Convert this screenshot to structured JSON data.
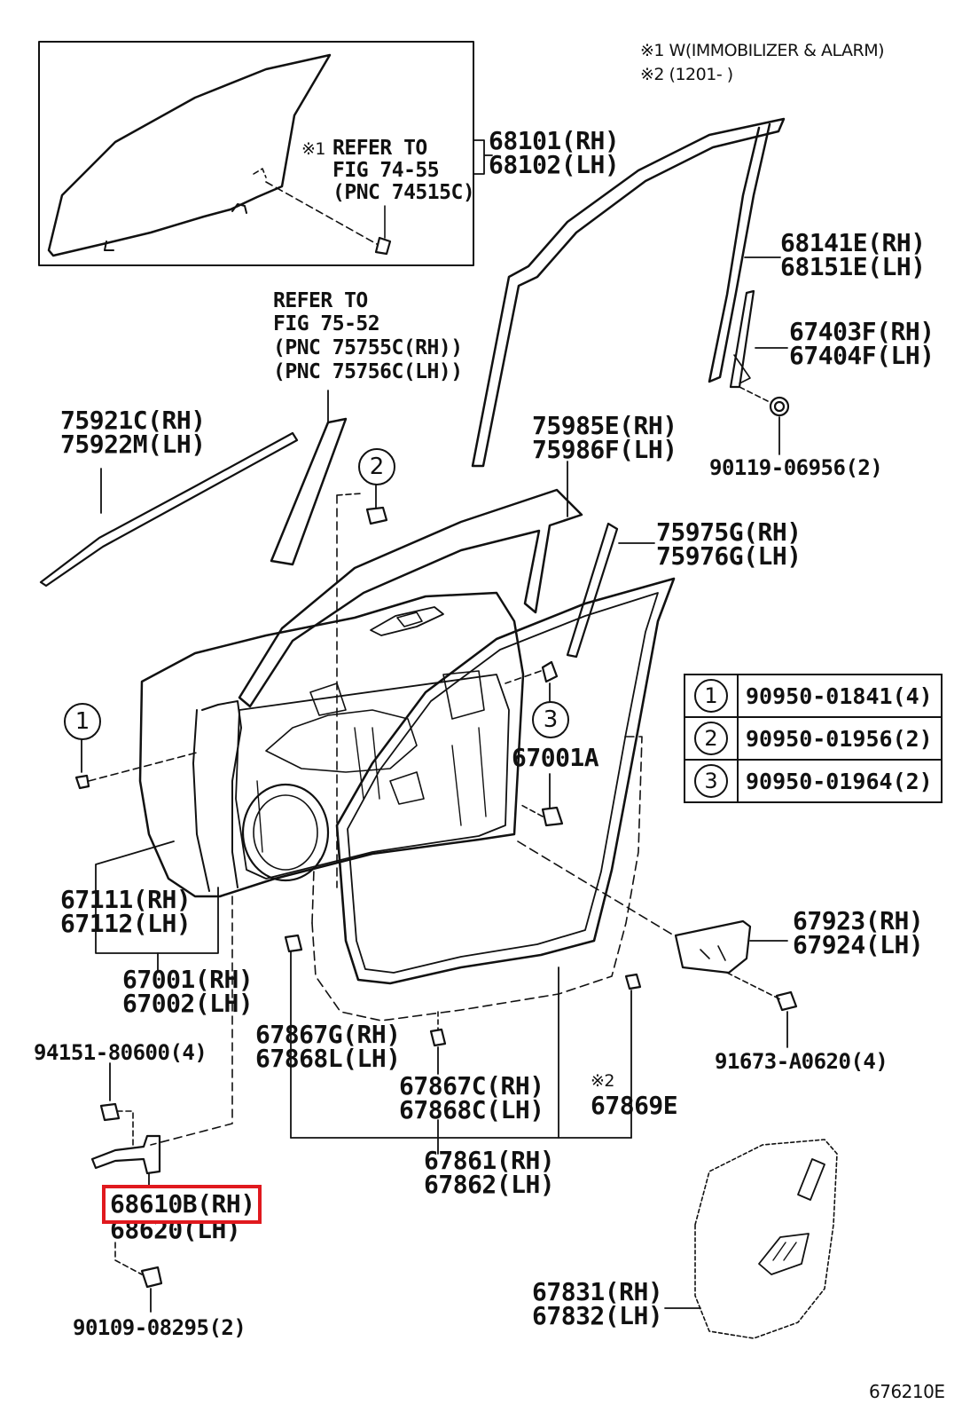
{
  "notes": {
    "note1": "※1 W(IMMOBILIZER & ALARM)",
    "note2": "※2 (1201-        )"
  },
  "figure_code": "676210E",
  "inset": {
    "ref_mark": "※1",
    "ref_line1": "REFER TO",
    "ref_line2": "FIG 74-55",
    "ref_line3": "(PNC 74515C)"
  },
  "refer_pillar": {
    "line1": "REFER TO",
    "line2": "FIG 75-52",
    "line3": "(PNC 75755C(RH))",
    "line4": "(PNC 75756C(LH))"
  },
  "parts": [
    {
      "rh": "68101(RH)",
      "lh": "68102(LH)"
    },
    {
      "rh": "68141E(RH)",
      "lh": "68151E(LH)"
    },
    {
      "rh": "67403F(RH)",
      "lh": "67404F(LH)"
    },
    {
      "single": "90119-06956(2)"
    },
    {
      "rh": "75921C(RH)",
      "lh": "75922M(LH)"
    },
    {
      "rh": "75985E(RH)",
      "lh": "75986F(LH)"
    },
    {
      "rh": "75975G(RH)",
      "lh": "75976G(LH)"
    },
    {
      "single": "67001A"
    },
    {
      "rh": "67111(RH)",
      "lh": "67112(LH)"
    },
    {
      "rh": "67923(RH)",
      "lh": "67924(LH)"
    },
    {
      "rh": "67001(RH)",
      "lh": "67002(LH)"
    },
    {
      "rh": "67867G(RH)",
      "lh": "67868L(LH)"
    },
    {
      "single": "91673-A0620(4)"
    },
    {
      "single": "94151-80600(4)"
    },
    {
      "rh": "67867C(RH)",
      "lh": "67868C(LH)"
    },
    {
      "mark": "※2",
      "single": "67869E"
    },
    {
      "rh": "67861(RH)",
      "lh": "67862(LH)"
    },
    {
      "rh": "68610B(RH)",
      "lh": "68620(LH)"
    },
    {
      "rh": "67831(RH)",
      "lh": "67832(LH)"
    },
    {
      "single": "90109-08295(2)"
    }
  ],
  "callouts": [
    "1",
    "2",
    "3"
  ],
  "legend": [
    {
      "num": "1",
      "part": "90950-01841(4)"
    },
    {
      "num": "2",
      "part": "90950-01956(2)"
    },
    {
      "num": "3",
      "part": "90950-01964(2)"
    }
  ],
  "highlight_color": "#e0191e"
}
